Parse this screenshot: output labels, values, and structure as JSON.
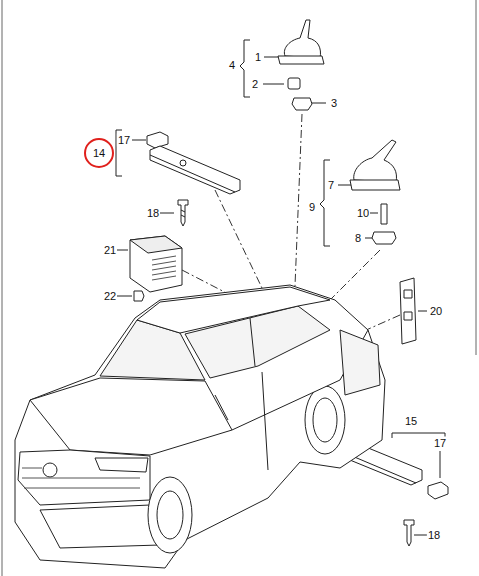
{
  "diagram": {
    "nodes": [
      {
        "text": [
          "14"
        ]
      }
    ],
    "labels": [
      "4",
      "1",
      "2",
      "3",
      "17",
      "18",
      "21",
      "22",
      "7",
      "9",
      "10",
      "8",
      "20",
      "15",
      "17",
      "18"
    ]
  }
}
